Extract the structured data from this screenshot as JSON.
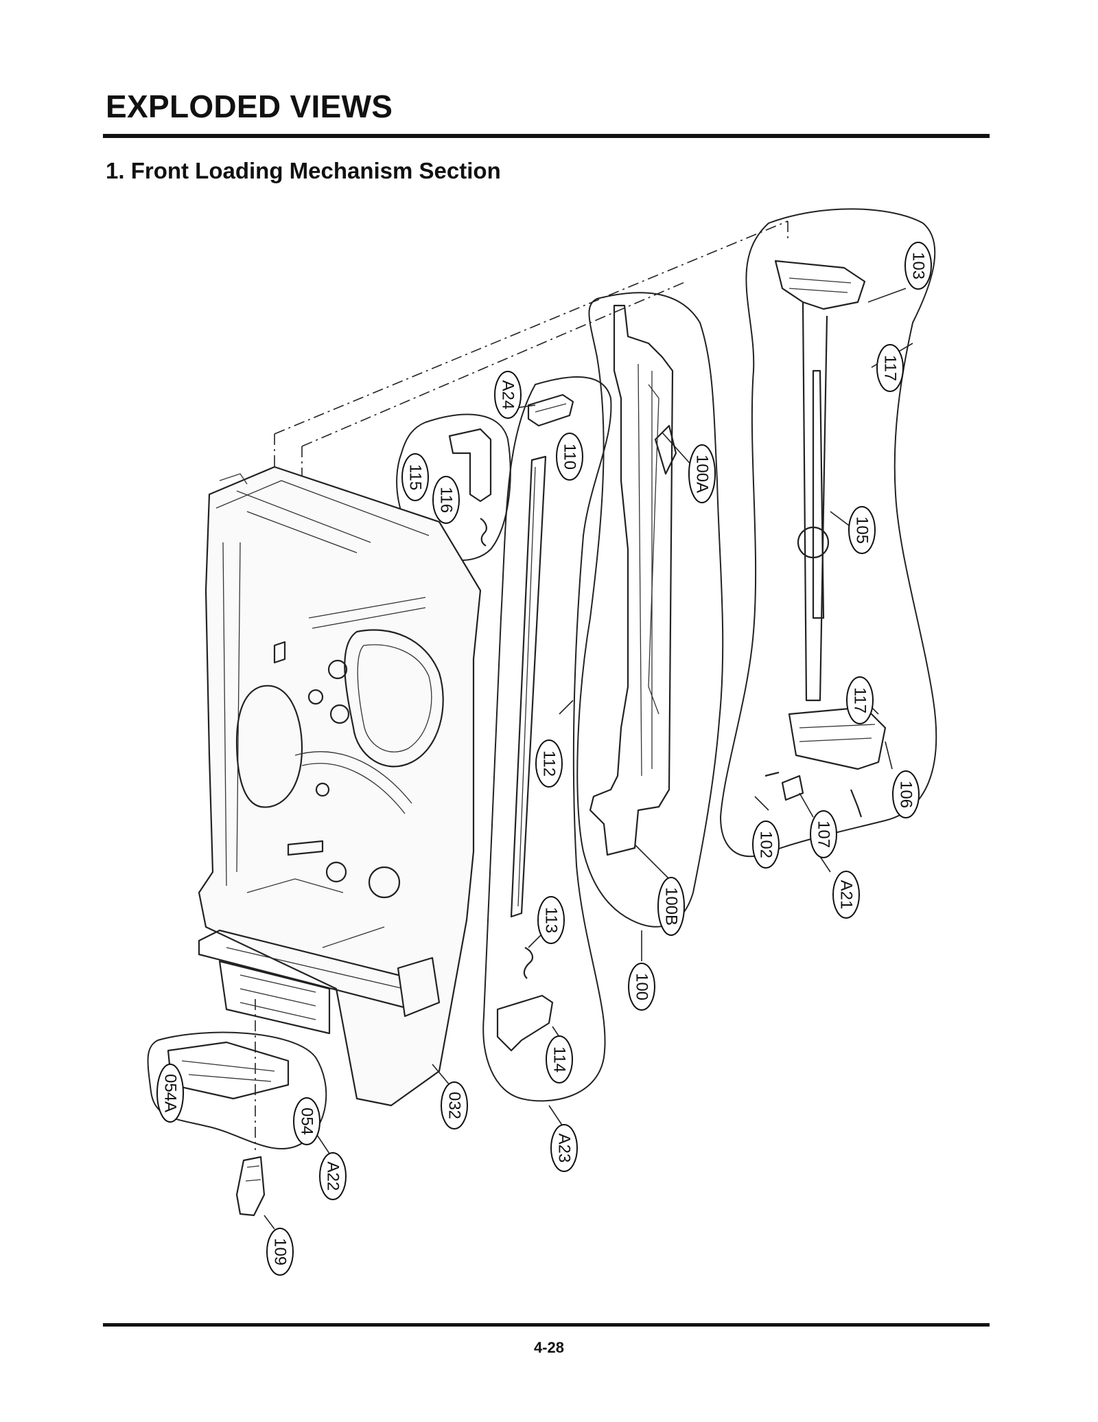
{
  "header": {
    "title": "EXPLODED VIEWS"
  },
  "section": {
    "title": "1. Front Loading Mechanism Section"
  },
  "footer": {
    "page_number": "4-28"
  },
  "callouts": [
    {
      "id": "c-103",
      "label": "103"
    },
    {
      "id": "c-117a",
      "label": "117"
    },
    {
      "id": "c-105",
      "label": "105"
    },
    {
      "id": "c-117b",
      "label": "117"
    },
    {
      "id": "c-106",
      "label": "106"
    },
    {
      "id": "c-107",
      "label": "107"
    },
    {
      "id": "c-102",
      "label": "102"
    },
    {
      "id": "c-a21",
      "label": "A21"
    },
    {
      "id": "c-100a",
      "label": "100A"
    },
    {
      "id": "c-100b",
      "label": "100B"
    },
    {
      "id": "c-100",
      "label": "100"
    },
    {
      "id": "c-a24",
      "label": "A24"
    },
    {
      "id": "c-110",
      "label": "110"
    },
    {
      "id": "c-115",
      "label": "115"
    },
    {
      "id": "c-116",
      "label": "116"
    },
    {
      "id": "c-112",
      "label": "112"
    },
    {
      "id": "c-113",
      "label": "113"
    },
    {
      "id": "c-114",
      "label": "114"
    },
    {
      "id": "c-a23",
      "label": "A23"
    },
    {
      "id": "c-032",
      "label": "032"
    },
    {
      "id": "c-054a",
      "label": "054A"
    },
    {
      "id": "c-054",
      "label": "054"
    },
    {
      "id": "c-a22",
      "label": "A22"
    },
    {
      "id": "c-109",
      "label": "109"
    }
  ]
}
